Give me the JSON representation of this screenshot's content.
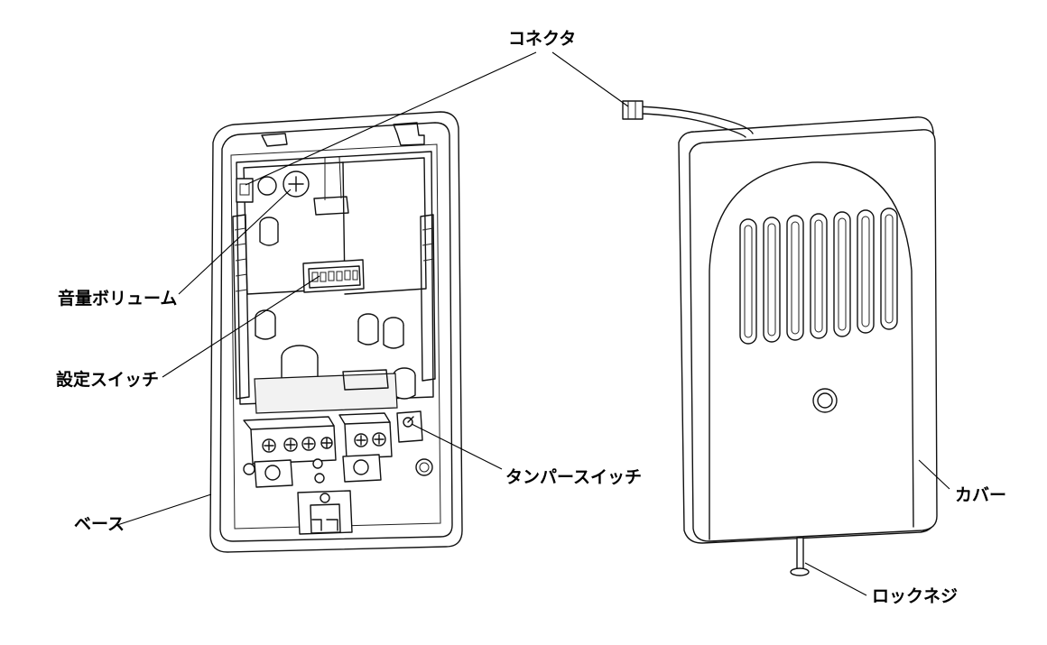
{
  "labels": {
    "connector": "コネクタ",
    "volume": "音量ボリューム",
    "setting_switch": "設定スイッチ",
    "tamper_switch": "タンパースイッチ",
    "base": "ベース",
    "cover": "カバー",
    "lock_screw": "ロックネジ"
  }
}
